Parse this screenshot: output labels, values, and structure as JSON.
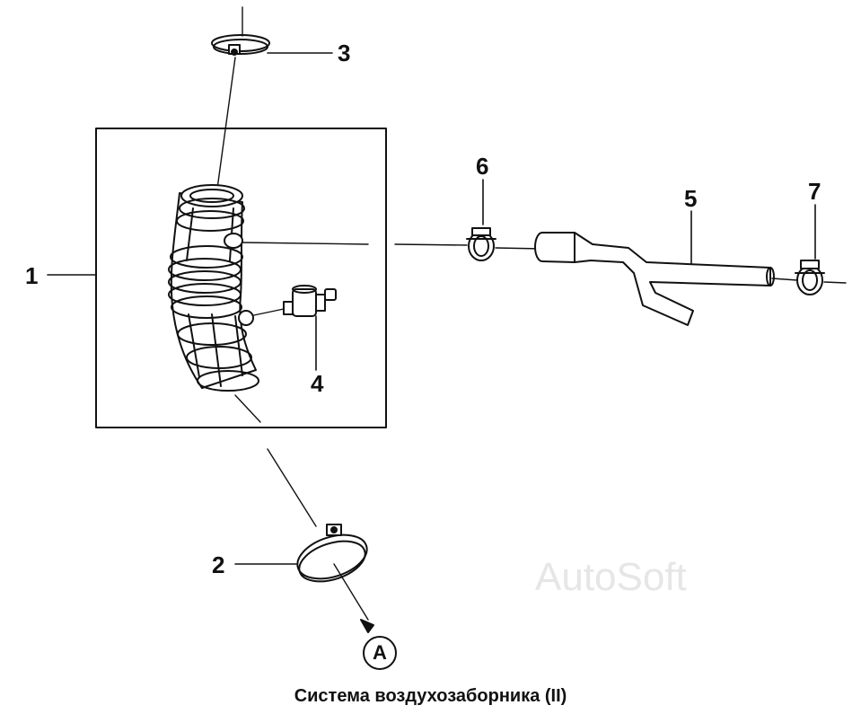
{
  "diagram": {
    "caption": "Система воздухозаборника (II)",
    "watermark": "AutoSoft",
    "reference_marker": "A",
    "callouts": {
      "c1": "1",
      "c2": "2",
      "c3": "3",
      "c4": "4",
      "c5": "5",
      "c6": "6",
      "c7": "7"
    },
    "parts": [
      "air-intake-hose",
      "lower-hose-clamp",
      "upper-hose-clamp",
      "valve-fitting",
      "breather-pipe",
      "pipe-clamp-left",
      "pipe-clamp-right"
    ]
  }
}
